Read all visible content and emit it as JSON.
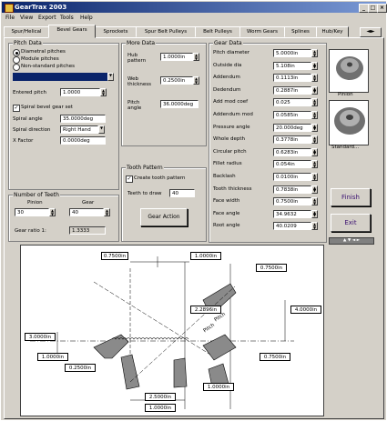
{
  "window": {
    "title": "GearTrax 2003"
  },
  "menu": [
    "File",
    "View",
    "Export",
    "Tools",
    "Help"
  ],
  "tabs": [
    {
      "label": "Spur/Helical"
    },
    {
      "label": "Bevel Gears",
      "active": true
    },
    {
      "label": "Sprockets"
    },
    {
      "label": "Spur Belt Pulleys"
    },
    {
      "label": "Belt Pulleys"
    },
    {
      "label": "Worm Gears"
    },
    {
      "label": "Splines"
    },
    {
      "label": "Hub/Key"
    }
  ],
  "pitch_data": {
    "title": "Pitch Data",
    "options": [
      "Diametral pitches",
      "Module pitches",
      "Non-standard pitches"
    ],
    "selected_option": 0,
    "pitch_select_value": "",
    "entered_pitch_label": "Entered pitch",
    "entered_pitch_value": "1.0000",
    "spiral_checkbox_label": "Spiral bevel gear set",
    "spiral_checked": true,
    "spiral_angle_label": "Spiral angle",
    "spiral_angle_value": "35.0000deg",
    "spiral_direction_label": "Spiral direction",
    "spiral_direction_value": "Right Hand",
    "x_factor_label": "X Factor",
    "x_factor_value": "0.0000deg"
  },
  "num_teeth": {
    "title": "Number of Teeth",
    "pinion_label": "Pinion",
    "gear_label": "Gear",
    "pinion_value": "30",
    "gear_value": "40",
    "gear_ratio_label": "Gear ratio 1:",
    "gear_ratio_value": "1.3333"
  },
  "more_data": {
    "title": "More Data",
    "fields": [
      {
        "label": "Hub\npattern",
        "value": "1.0000in"
      },
      {
        "label": "Web\nthickness",
        "value": "0.2500in"
      },
      {
        "label": "Pitch\nangle",
        "value": "36.0000deg"
      }
    ]
  },
  "tooth_pattern": {
    "title": "Tooth Pattern",
    "checkbox_label": "Create tooth pattern",
    "checked": true,
    "teeth_to_draw_label": "Teeth to draw",
    "teeth_to_draw_value": "40",
    "gear_action_label": "Gear Action"
  },
  "gear_data": {
    "title": "Gear Data",
    "rows": [
      {
        "label": "Pitch diameter",
        "value": "5.0000in"
      },
      {
        "label": "Outside dia",
        "value": "5.108in"
      },
      {
        "label": "Addendum",
        "value": "0.1113in"
      },
      {
        "label": "Dedendum",
        "value": "0.2887in"
      },
      {
        "label": "Add mod coef",
        "value": "0.025"
      },
      {
        "label": "Addendum mod",
        "value": "0.0585in"
      },
      {
        "label": "Pressure angle",
        "value": "20.000deg"
      },
      {
        "label": "Whole depth",
        "value": "0.3778in"
      },
      {
        "label": "Circular pitch",
        "value": "0.6283in"
      },
      {
        "label": "Fillet radius",
        "value": "0.054in"
      },
      {
        "label": "Backlash",
        "value": "0.0100in"
      },
      {
        "label": "Tooth thickness",
        "value": "0.7838in"
      },
      {
        "label": "Face width",
        "value": "0.7500in"
      },
      {
        "label": "Face angle",
        "value": "34.9632"
      },
      {
        "label": "Root angle",
        "value": "40.0209"
      }
    ]
  },
  "thumbnails": [
    {
      "caption": "Pinion"
    },
    {
      "caption": "Standard..."
    }
  ],
  "buttons": {
    "finish": "Finish",
    "exit": "Exit"
  },
  "drawing": {
    "dims": [
      "0.7500in",
      "1.0000in",
      "0.7500in",
      "4.0000in",
      "2.2896in",
      "3.0000in",
      "1.0000in",
      "0.7500in",
      "0.2500in",
      "1.0000in",
      "2.5000in",
      "1.0000in"
    ],
    "angle_labels": [
      "Pitch",
      "Pitch"
    ]
  },
  "colors": {
    "titlebar": "#0a246a",
    "face": "#d4d0c8",
    "gear_fill": "#8a8a8a"
  }
}
